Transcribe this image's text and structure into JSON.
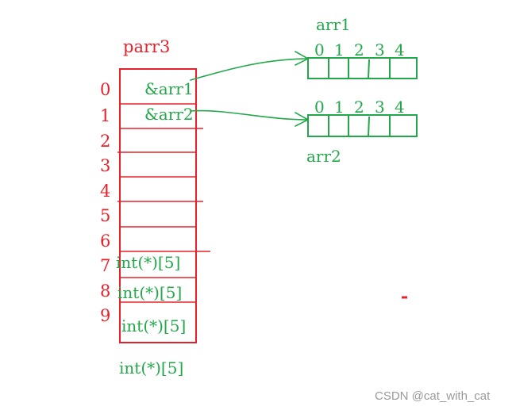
{
  "pointer_array": {
    "name": "parr3",
    "indices": [
      "0",
      "1",
      "2",
      "3",
      "4",
      "5",
      "6",
      "7",
      "8",
      "9"
    ],
    "slot_labels": [
      "&arr1",
      "&arr2"
    ],
    "type_labels": [
      "int(*)[5]",
      "int(*)[5]",
      "int(*)[5]",
      "int(*)[5]"
    ]
  },
  "arrays": [
    {
      "name": "arr1",
      "indices": [
        "0",
        "1",
        "2",
        "3",
        "4"
      ]
    },
    {
      "name": "arr2",
      "indices": [
        "0",
        "1",
        "2",
        "3",
        "4"
      ]
    }
  ],
  "colors": {
    "red": "#e8202a",
    "green": "#22a84a"
  },
  "watermark": "CSDN @cat_with_cat"
}
